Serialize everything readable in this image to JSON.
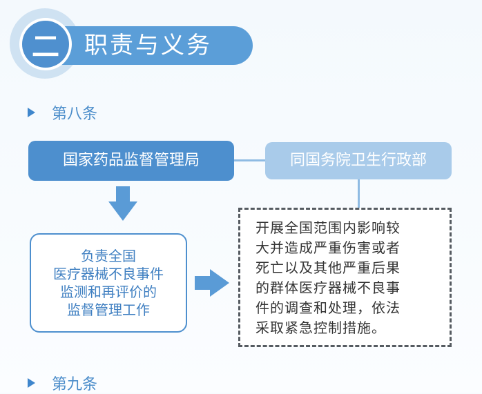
{
  "header": {
    "number": "二",
    "title": "职责与义务"
  },
  "sections": [
    {
      "label": "第八条"
    },
    {
      "label": "第九条"
    }
  ],
  "diagram": {
    "authority": "国家药品监督管理局",
    "partner": "同国务院卫生行政部",
    "duty_lines": [
      "负责全国",
      "医疗器械不良事件",
      "监测和再评价的",
      "监督管理工作"
    ],
    "detail_lines": [
      "开展全国范围内影响较",
      "大并造成严重伤害或者",
      "死亡以及其他严重后果",
      "的群体医疗器械不良事",
      "件的调查和处理，依法",
      "采取紧急控制措施。"
    ]
  },
  "colors": {
    "primary_blue": "#4d8fce",
    "light_blue": "#a9cbea",
    "label_blue": "#4a8cca"
  }
}
